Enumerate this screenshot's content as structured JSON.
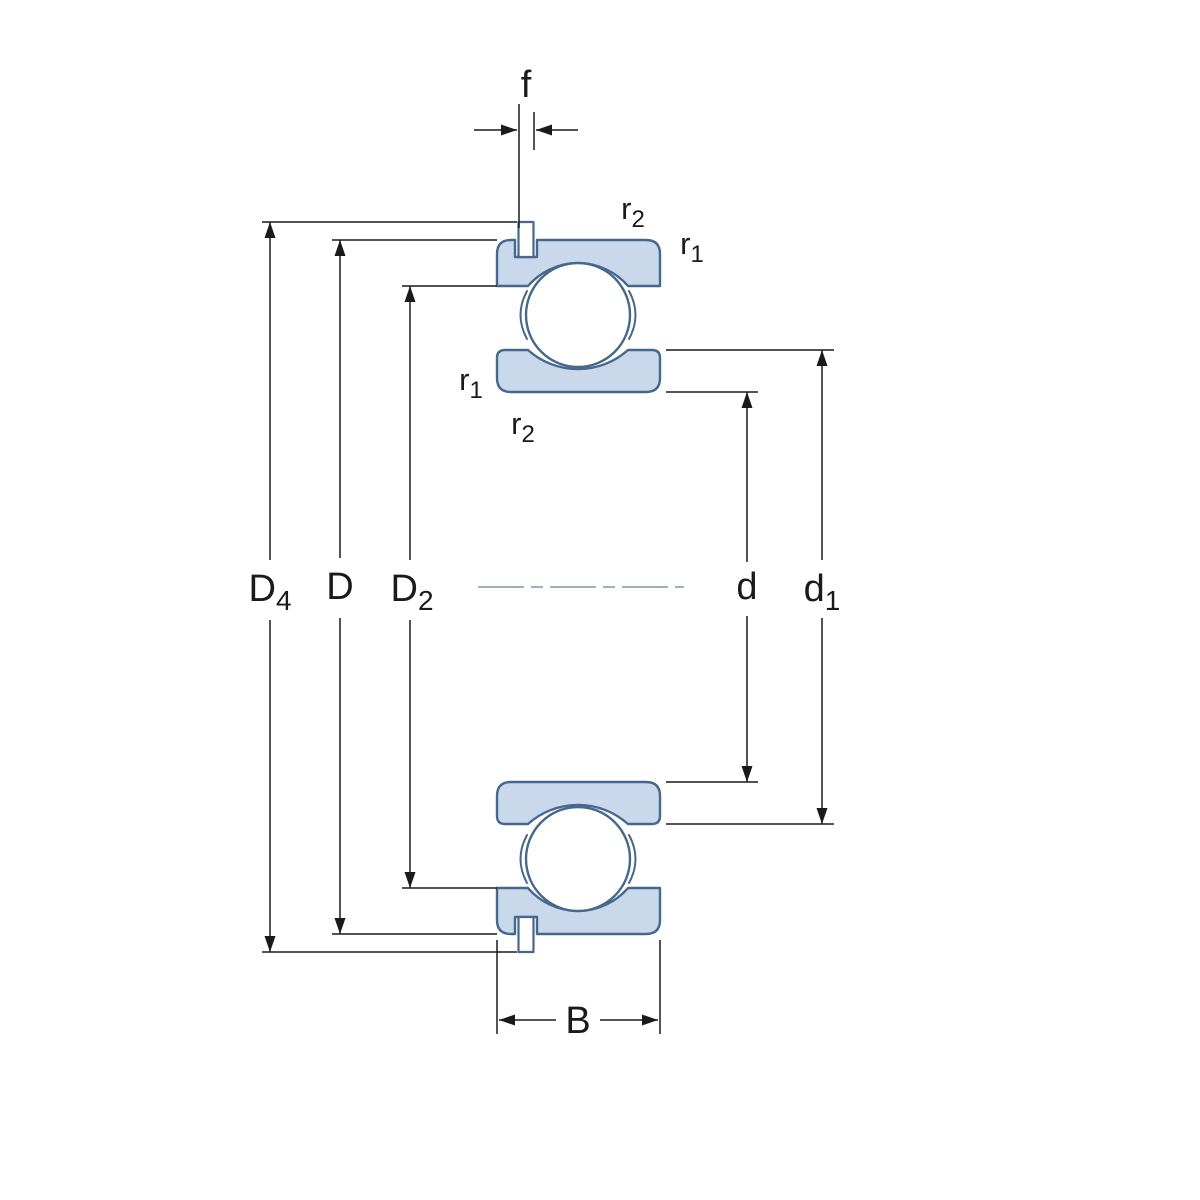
{
  "diagram": {
    "type": "bearing-cross-section",
    "labels": {
      "f": "f",
      "B": "B",
      "D4": {
        "base": "D",
        "sub": "4"
      },
      "D": {
        "base": "D",
        "sub": ""
      },
      "D2": {
        "base": "D",
        "sub": "2"
      },
      "d": {
        "base": "d",
        "sub": ""
      },
      "d1": {
        "base": "d",
        "sub": "1"
      },
      "r2_top": {
        "base": "r",
        "sub": "2"
      },
      "r1_top_right": {
        "base": "r",
        "sub": "1"
      },
      "r1_inner_left": {
        "base": "r",
        "sub": "1"
      },
      "r2_inner_left": {
        "base": "r",
        "sub": "2"
      }
    },
    "colors": {
      "background": "#ffffff",
      "ring_fill": "#c9d8eb",
      "ring_stroke": "#46688c",
      "dimension": "#1a1a1a",
      "centerline": "#7d97ad"
    }
  }
}
